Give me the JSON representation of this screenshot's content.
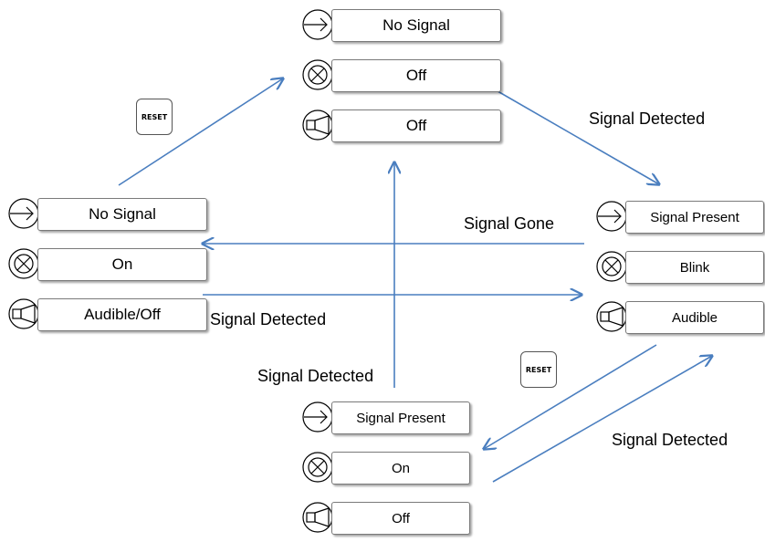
{
  "states": {
    "top": {
      "signal": "No Signal",
      "light": "Off",
      "horn": "Off"
    },
    "left": {
      "signal": "No Signal",
      "light": "On",
      "horn": "Audible/Off"
    },
    "right": {
      "signal": "Signal Present",
      "light": "Blink",
      "horn": "Audible"
    },
    "bottom": {
      "signal": "Signal Present",
      "light": "On",
      "horn": "Off"
    }
  },
  "transitions": {
    "top_to_right": "Signal Detected",
    "right_to_left": "Signal Gone",
    "left_to_right": "Signal Detected",
    "bottom_to_top": "Signal Detected",
    "bottom_to_right": "Signal Detected"
  },
  "reset_buttons": {
    "left_to_top": "RESET",
    "right_to_bottom": "RESET"
  },
  "colors": {
    "arrow": "#4a7ebf",
    "box_border": "#7a7a7a"
  },
  "icons": [
    "signal-input-icon",
    "lamp-icon",
    "horn-icon"
  ]
}
